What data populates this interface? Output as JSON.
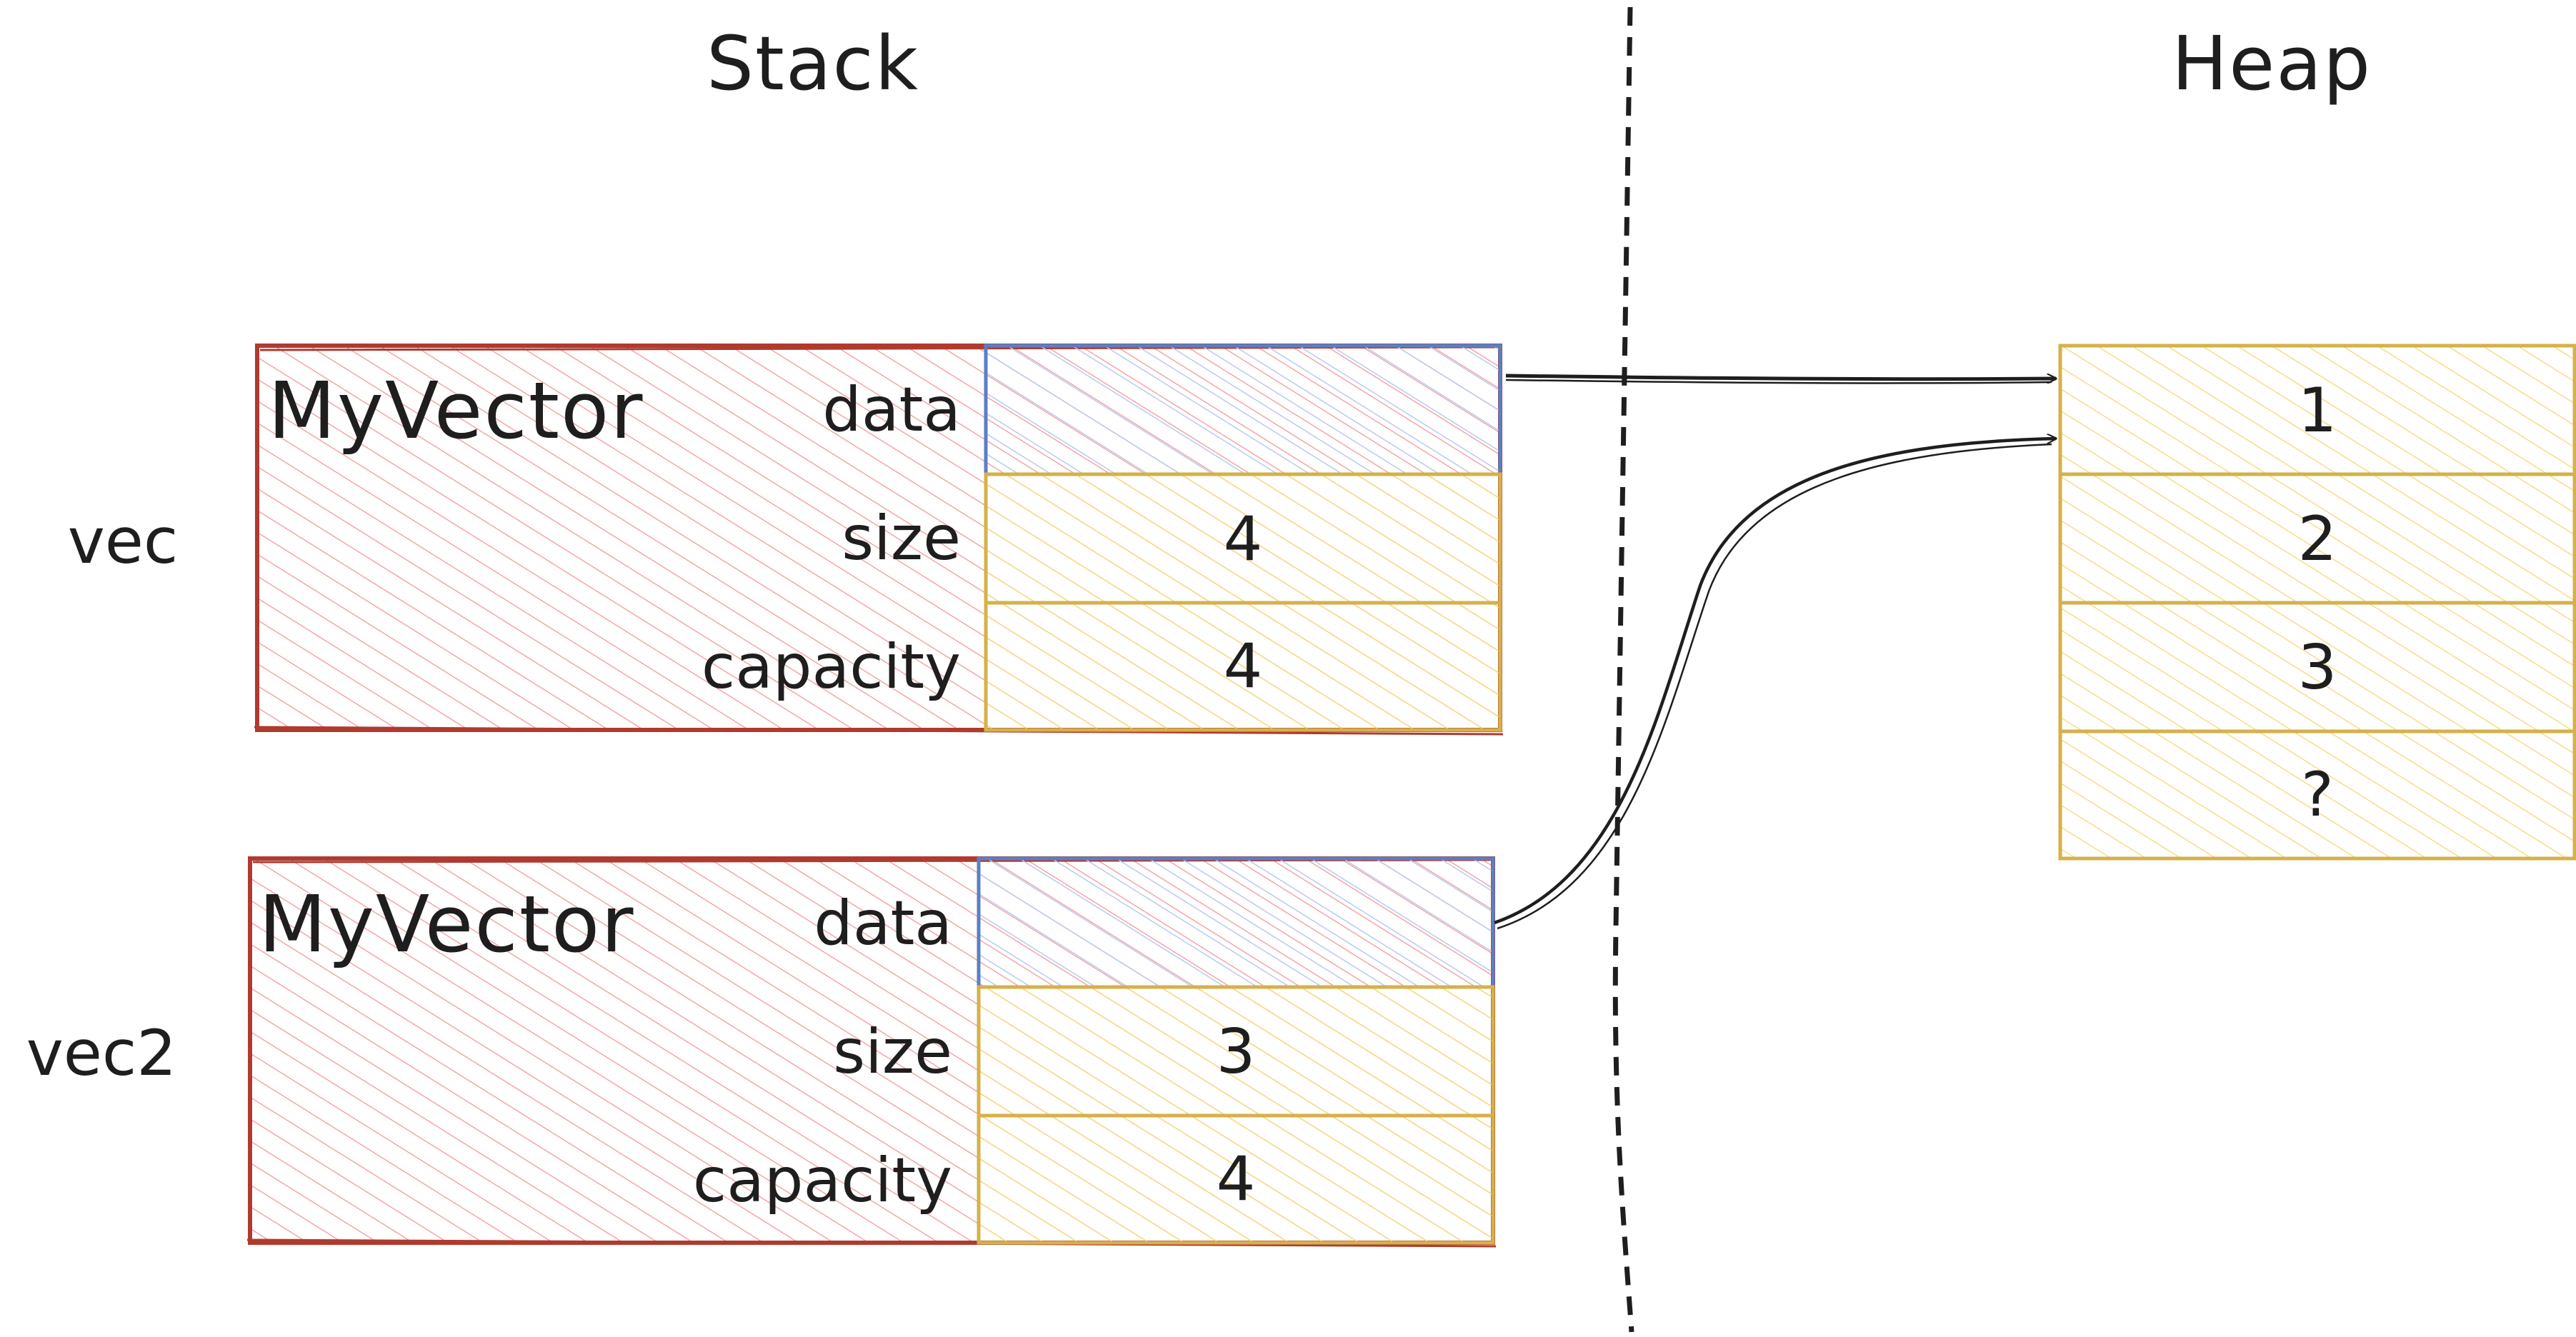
{
  "sections": {
    "stack": "Stack",
    "heap": "Heap"
  },
  "vectors": [
    {
      "variable": "vec",
      "type": "MyVector",
      "fields": [
        {
          "name": "data",
          "value": ""
        },
        {
          "name": "size",
          "value": "4"
        },
        {
          "name": "capacity",
          "value": "4"
        }
      ]
    },
    {
      "variable": "vec2",
      "type": "MyVector",
      "fields": [
        {
          "name": "data",
          "value": ""
        },
        {
          "name": "size",
          "value": "3"
        },
        {
          "name": "capacity",
          "value": "4"
        }
      ]
    }
  ],
  "heap": {
    "cells": [
      "1",
      "2",
      "3",
      "?"
    ]
  },
  "colors": {
    "struct_stroke": "#b03a2e",
    "struct_fill": "#ffc9c9",
    "pointer_stroke": "#5b7fc2",
    "pointer_fill": "#c7d6f2",
    "cell_stroke": "#d4b24a",
    "cell_fill": "#fff0b0",
    "ink": "#1e1e1e"
  }
}
